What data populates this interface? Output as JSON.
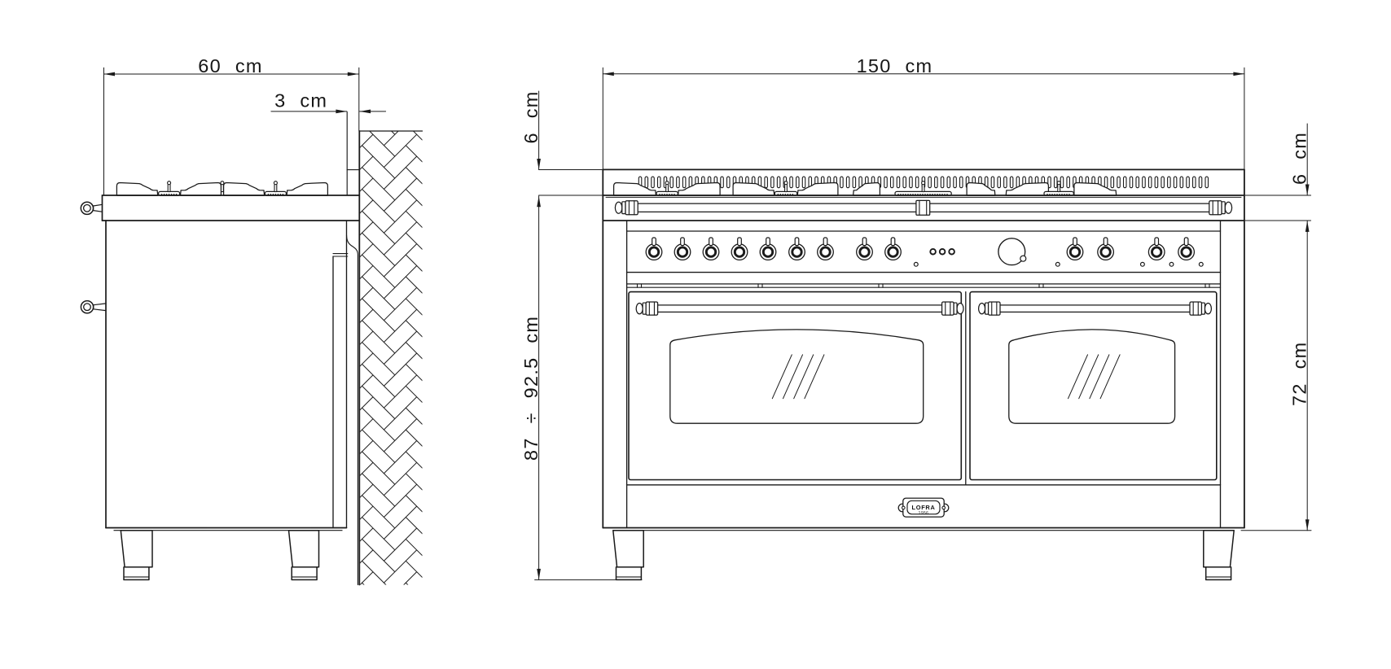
{
  "page": {
    "type": "technical-dimension-drawing",
    "subject": "150 cm range cooker installation drawing - side and front elevations",
    "background": "#ffffff",
    "line_color": "#1a1a1a"
  },
  "side_view": {
    "label": "side elevation",
    "dimensions": {
      "depth": "60 cm",
      "wall_clearance": "3 cm"
    },
    "burners_visible": 2,
    "wall_hatch": "herringbone-brick"
  },
  "front_view": {
    "label": "front elevation",
    "dimensions": {
      "width": "150 cm",
      "backguard_height": "6 cm",
      "worktop_thickness": "6 cm",
      "oven_height": "72 cm",
      "height_adjustable": "87 ÷ 92.5 cm"
    },
    "burners_visible": 4,
    "control_knobs": 13,
    "indicator_lights": 5,
    "timer_dials": 1,
    "oven_doors": 2,
    "badge": {
      "brand": "LOFRA",
      "year": "1956"
    }
  }
}
